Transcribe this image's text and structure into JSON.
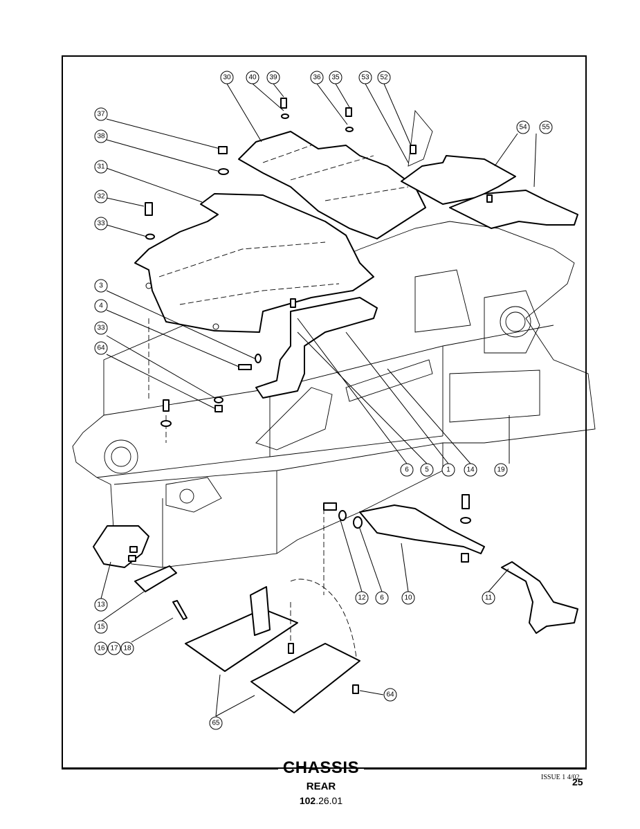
{
  "title": "CHASSIS",
  "subtitle": "REAR",
  "doc_number": {
    "prefix": "102",
    "suffix": ".26.01"
  },
  "issue": "ISSUE 1 4/02",
  "page_number": "25",
  "callouts": [
    "30",
    "40",
    "39",
    "36",
    "35",
    "53",
    "52",
    "54",
    "55",
    "37",
    "38",
    "31",
    "32",
    "33",
    "3",
    "4",
    "33",
    "64",
    "6",
    "5",
    "1",
    "14",
    "19",
    "12",
    "6",
    "10",
    "11",
    "13",
    "15",
    "16",
    "17",
    "18",
    "64",
    "65"
  ]
}
